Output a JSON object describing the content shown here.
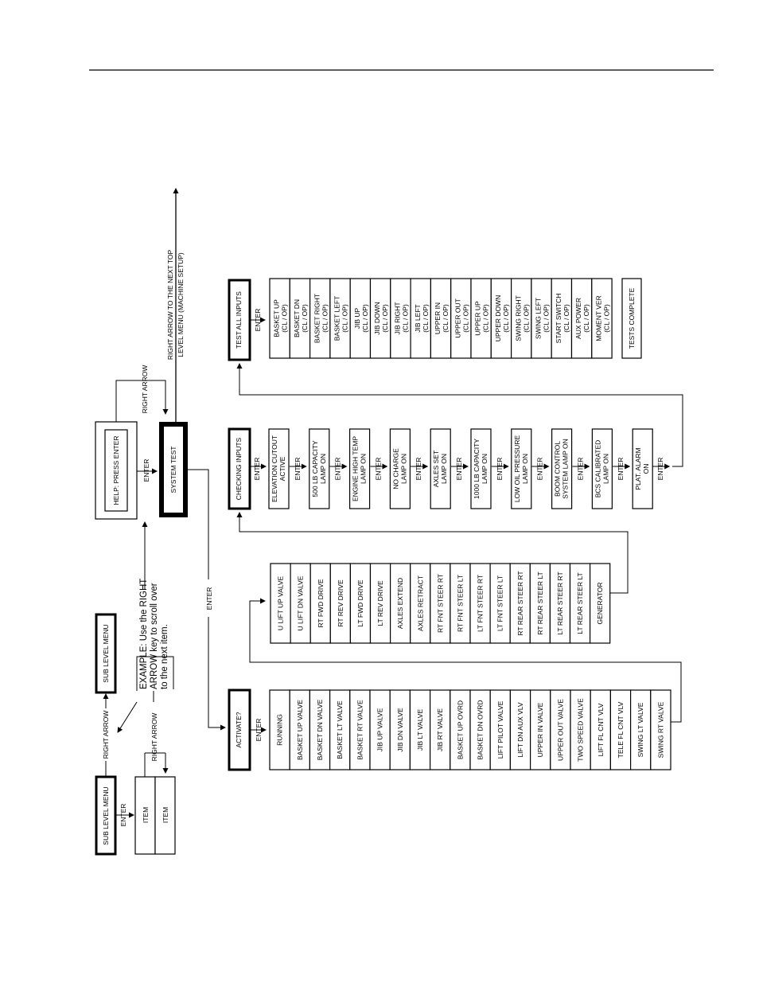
{
  "sub_level_menu": {
    "main_title": "SUB LEVEL MENU",
    "next_title": "SUB LEVEL MENU",
    "enter_label": "ENTER",
    "right_arrow_label_1": "RIGHT ARROW",
    "right_arrow_label_2": "RIGHT ARROW",
    "items": [
      "ITEM",
      "ITEM"
    ]
  },
  "example": {
    "lines": [
      "EXAMPLE:  Use the RIGHT",
      "ARROW key to scroll over",
      "to the next item."
    ]
  },
  "help": {
    "label": "HELP: PRESS ENTER",
    "enter_label": "ENTER",
    "right_arrow_label": "RIGHT ARROW"
  },
  "system_test": {
    "label": "SYSTEM TEST",
    "enter_label": "ENTER",
    "right_arrow_next_top_lines": [
      "RIGHT ARROW TO THE NEXT TOP",
      "LEVEL MENU (MACHINE SETUP)"
    ]
  },
  "test_all_inputs": {
    "title": "TEST ALL INPUTS",
    "enter_label": "ENTER",
    "items": [
      [
        "BASKET UP",
        "(CL / OP)"
      ],
      [
        "BASKET DN",
        "(CL / OP)"
      ],
      [
        "BASKET RIGHT",
        "(CL / OP)"
      ],
      [
        "BASKET LEFT",
        "(CL / OP)"
      ],
      [
        "JIB UP",
        "(CL / OP)"
      ],
      [
        "JIB DOWN",
        "(CL / OP)"
      ],
      [
        "JIB RIGHT",
        "(CL / OP)"
      ],
      [
        "JIB LEFT",
        "(CL / OP)"
      ],
      [
        "UPPER IN",
        "(CL / OP)"
      ],
      [
        "UPPER OUT",
        "(CL / OP)"
      ],
      [
        "UPPER UP",
        "(CL / OP)"
      ],
      [
        "UPPER DOWN",
        "(CL / OP)"
      ],
      [
        "SWING RIGHT",
        "(CL / OP)"
      ],
      [
        "SWING LEFT",
        "(CL / OP)"
      ],
      [
        "START SWITCH",
        "(CL / OP)"
      ],
      [
        "AUX POWER",
        "(CL / OP)"
      ],
      [
        "MOMENT VER",
        "(CL / OP)"
      ]
    ],
    "complete_label": "TESTS COMPLETE"
  },
  "checking_inputs": {
    "title": "CHECKING INPUTS",
    "enter_label": "ENTER",
    "steps": [
      [
        "ELEVATION CUTOUT",
        "ACTIVE"
      ],
      [
        "500 LB CAPACITY",
        "LAMP ON"
      ],
      [
        "ENGINE HIGH TEMP",
        "LAMP ON"
      ],
      [
        "NO CHARGE",
        "LAMP ON"
      ],
      [
        "AXLES SET",
        "LAMP ON"
      ],
      [
        "1000 LB CAPACITY",
        "LAMP ON"
      ],
      [
        "LOW OIL PRESSURE",
        "LAMP ON"
      ],
      [
        "BOOM CONTROL",
        "SYSTEM LAMP ON"
      ],
      [
        "BCS CALIBRATED",
        "LAMP ON"
      ],
      [
        "PLAT. ALARM",
        "ON"
      ]
    ]
  },
  "activate": {
    "title": "ACTIVATE?",
    "enter_label": "ENTER",
    "list_a": [
      "RUNNING",
      "BASKET UP VALVE",
      "BASKET DN VALVE",
      "BASKET LT VALVE",
      "BASKET RT VALVE",
      "JIB UP VALVE",
      "JIB DN VALVE",
      "JIB LT VALVE",
      "JIB RT VALVE",
      "BASKET UP OVRD",
      "BASKET DN OVRD",
      "LIFT PILOT VALVE",
      "LIFT DN AUX VLV",
      "UPPER IN VALVE",
      "UPPER OUT VALVE",
      "TWO SPEED VALVE",
      "LIFT FL CNT VLV",
      "TELE FL CNT VLV",
      "SWING LT VALVE",
      "SWING RT VALVE"
    ],
    "list_b": [
      "U LIFT UP VALVE",
      "U LIFT DN VALVE",
      "RT FWD DRIVE",
      "RT REV DRIVE",
      "LT FWD DRIVE",
      "LT REV DRIVE",
      "AXLES EXTEND",
      "AXLES RETRACT",
      "RT FNT STEER RT",
      "RT FNT STEER LT",
      "LT FNT STEER RT",
      "LT FNT STEER LT",
      "RT REAR STEER RT",
      "RT REAR STEER LT",
      "LT REAR STEER RT",
      "LT REAR STEER LT",
      "GENERATOR"
    ]
  }
}
